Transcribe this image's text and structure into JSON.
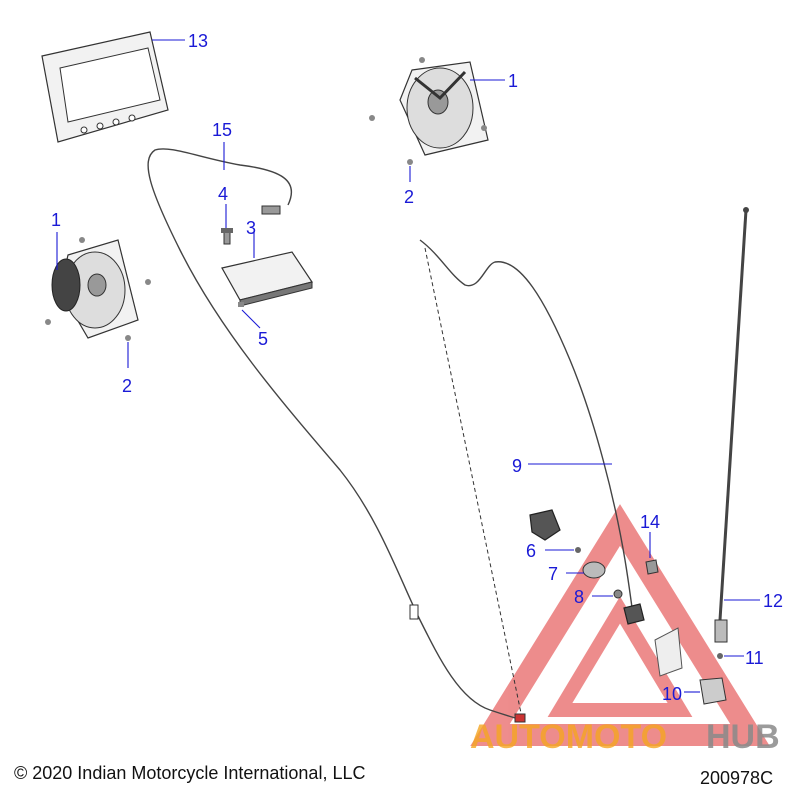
{
  "callouts": {
    "c1a": "1",
    "c1b": "1",
    "c2a": "2",
    "c2b": "2",
    "c3": "3",
    "c4": "4",
    "c5": "5",
    "c6": "6",
    "c7": "7",
    "c8": "8",
    "c9": "9",
    "c10": "10",
    "c11": "11",
    "c12": "12",
    "c13": "13",
    "c14": "14",
    "c15": "15"
  },
  "watermark": {
    "part1": "AUTOMOTO",
    "part2": "HUB"
  },
  "footer": {
    "copyright": "© 2020 Indian Motorcycle International, LLC",
    "diagram_id": "200978C"
  },
  "colors": {
    "callout": "#1a1ad6",
    "watermark_red": "#e03030",
    "watermark_orange": "#f5a623",
    "watermark_gray": "#8a8a8a"
  }
}
